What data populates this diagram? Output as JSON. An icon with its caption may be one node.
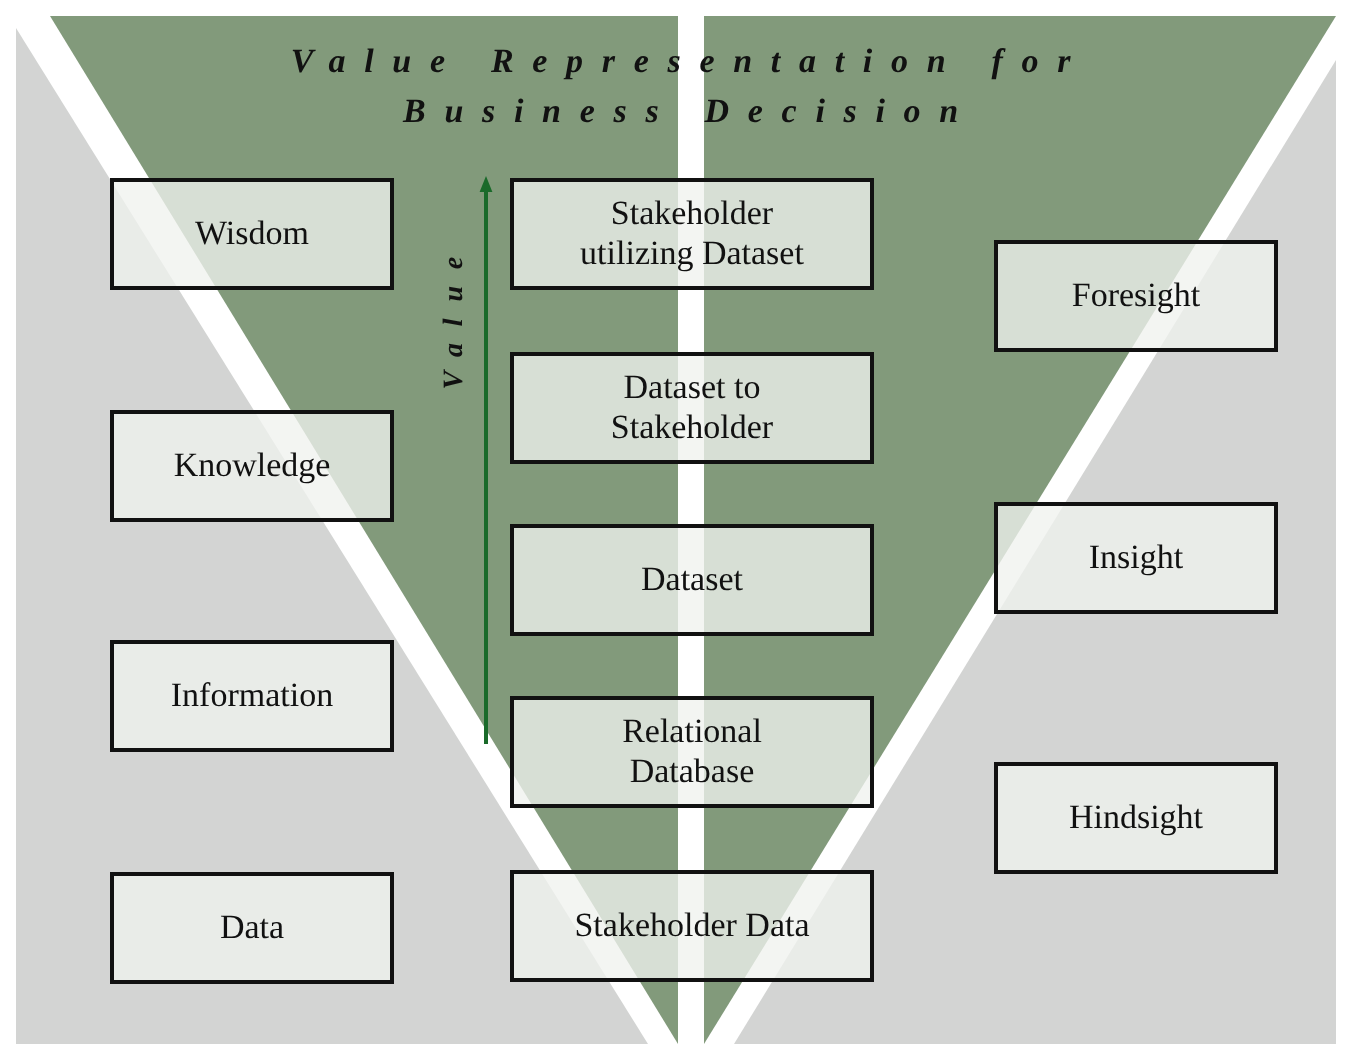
{
  "diagram": {
    "title": "Value Representation for Business Decision",
    "nodes": [
      {
        "text": [
          "Wisdom"
        ]
      },
      {
        "text": [
          "Stakeholder utilizing Dataset"
        ]
      },
      {
        "text": [
          "Foresight"
        ]
      },
      {
        "text": [
          "Dataset to Stakeholder"
        ]
      },
      {
        "text": [
          "Knowledge"
        ]
      },
      {
        "text": [
          "Dataset"
        ]
      },
      {
        "text": [
          "Insight"
        ]
      },
      {
        "text": [
          "Information"
        ]
      },
      {
        "text": [
          "Relational Database"
        ]
      },
      {
        "text": [
          "Hindsight"
        ]
      },
      {
        "text": [
          "Data"
        ]
      },
      {
        "text": [
          "Stakeholder Data"
        ]
      }
    ],
    "labels": [
      "Value"
    ]
  }
}
